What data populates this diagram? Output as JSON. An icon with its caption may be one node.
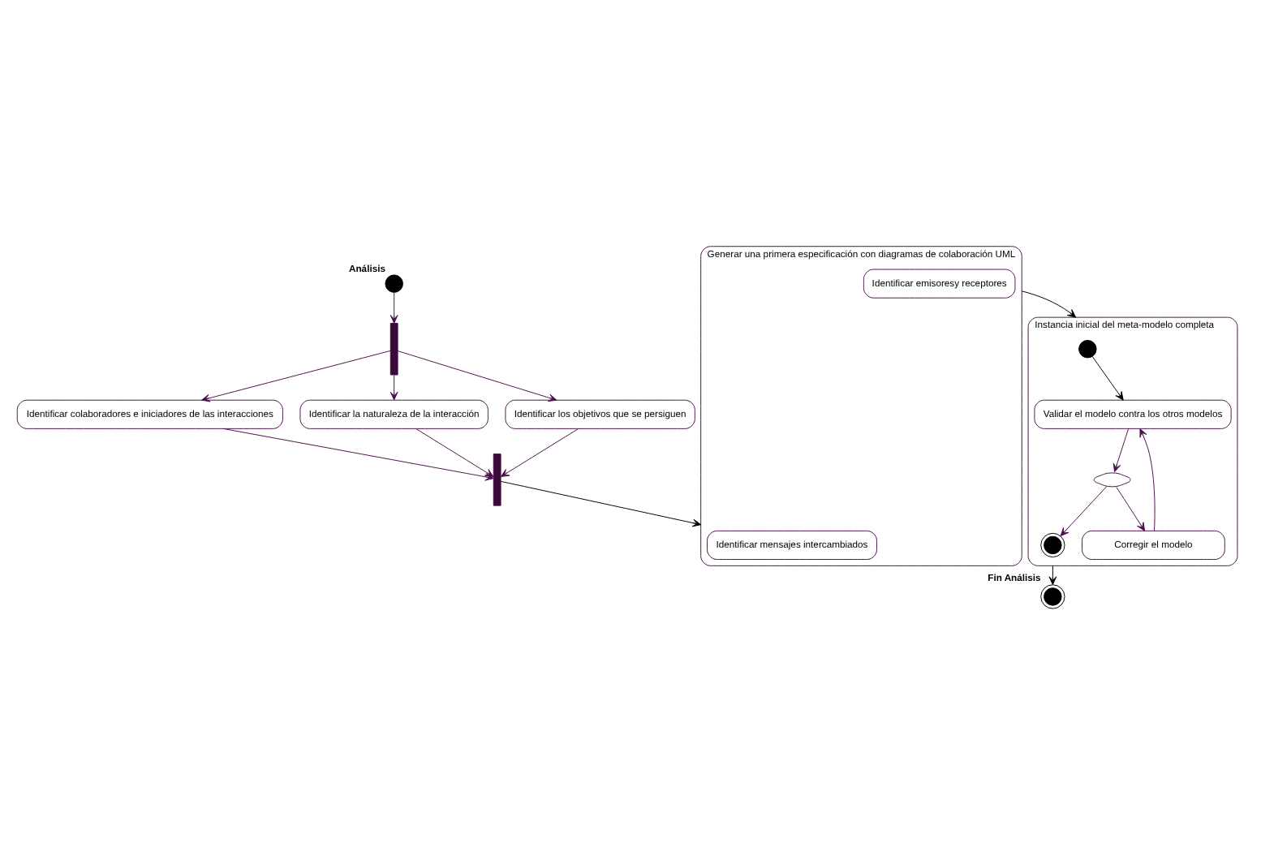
{
  "diagram": {
    "nodes": [
      {
        "text": [],
        "shape": "circle",
        "beside": [
          "Análisis"
        ]
      },
      {
        "text": [],
        "shape": "bar"
      },
      {
        "text": [
          "Identificar colaboradores e iniciadores de las interacciones"
        ]
      },
      {
        "text": [
          "Identificar la naturaleza de la interacción"
        ]
      },
      {
        "text": [
          "Identificar los objetivos que se persiguen"
        ]
      },
      {
        "text": [],
        "shape": "bar"
      },
      {
        "text": [
          "Generar una primera especificación con diagramas de colaboración UML"
        ]
      },
      {
        "text": [
          "Identificar mensajes intercambiados"
        ],
        "in": 6
      },
      {
        "text": [
          "Identificar emisoresy receptores"
        ],
        "in": 6
      },
      {
        "text": [
          "Instancia inicial del meta-modelo completa"
        ]
      },
      {
        "text": [],
        "shape": "circle",
        "in": 9
      },
      {
        "text": [
          "Validar el modelo contra los otros modelos"
        ],
        "in": 9
      },
      {
        "text": [
          "Corregir el modelo"
        ],
        "in": 9
      },
      {
        "text": [],
        "shape": "diamond",
        "in": 9
      },
      {
        "text": [],
        "shape": "bullseye",
        "in": 9
      },
      {
        "text": [],
        "shape": "bullseye",
        "beside": [
          "Fin Análisis"
        ]
      }
    ],
    "edges": [
      {
        "from": 0,
        "to": 1,
        "arrow": "to"
      },
      {
        "from": 1,
        "to": 2,
        "arrow": "to"
      },
      {
        "from": 1,
        "to": 3,
        "arrow": "to"
      },
      {
        "from": 1,
        "to": 4,
        "arrow": "to"
      },
      {
        "from": 2,
        "to": 5,
        "arrow": "to"
      },
      {
        "from": 3,
        "to": 5,
        "arrow": "to"
      },
      {
        "from": 4,
        "to": 5,
        "arrow": "to"
      },
      {
        "from": 5,
        "to": 6,
        "arrow": "to",
        "color": "#000000"
      },
      {
        "from": 6,
        "to": 9,
        "arrow": "to",
        "color": "#000000"
      },
      {
        "from": 10,
        "to": 11,
        "arrow": "to",
        "color": "#000000"
      },
      {
        "from": 11,
        "to": 13,
        "arrow": "to"
      },
      {
        "from": 13,
        "to": 12,
        "arrow": "to"
      },
      {
        "from": 12,
        "to": 11,
        "arrow": "to"
      },
      {
        "from": 13,
        "to": 14,
        "arrow": "to"
      },
      {
        "from": 9,
        "to": 15,
        "arrow": "to",
        "color": "#000000"
      }
    ]
  }
}
